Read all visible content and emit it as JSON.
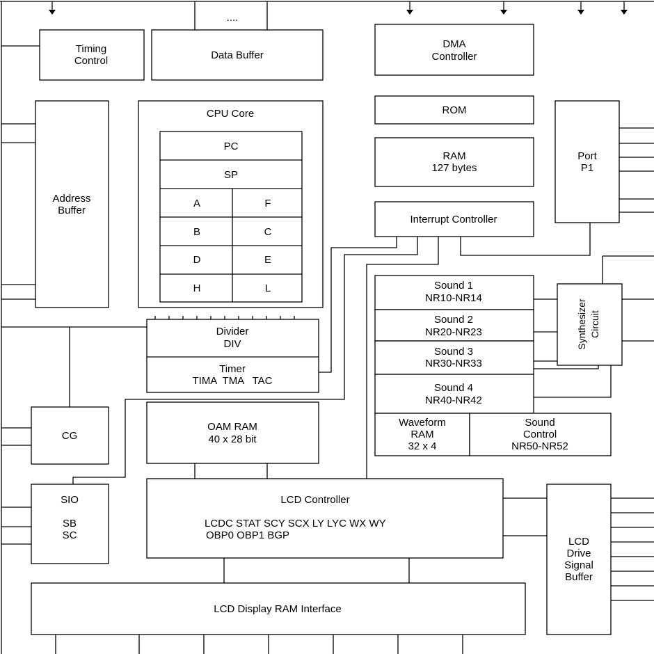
{
  "blocks": {
    "timing_control": [
      "Timing",
      "Control"
    ],
    "data_buffer": "Data Buffer",
    "data_bus_ellipsis": "....",
    "dma_controller": [
      "DMA",
      "Controller"
    ],
    "cpu_core": "CPU Core",
    "registers": {
      "pc": "PC",
      "sp": "SP",
      "a": "A",
      "f": "F",
      "b": "B",
      "c": "C",
      "d": "D",
      "e": "E",
      "h": "H",
      "l": "L"
    },
    "address_buffer": [
      "Address",
      "Buffer"
    ],
    "rom": "ROM",
    "ram": [
      "RAM",
      "127 bytes"
    ],
    "port_p1": [
      "Port",
      "P1"
    ],
    "interrupt_controller": "Interrupt Controller",
    "sound1": [
      "Sound 1",
      "NR10-NR14"
    ],
    "sound2": [
      "Sound 2",
      "NR20-NR23"
    ],
    "sound3": [
      "Sound 3",
      "NR30-NR33"
    ],
    "sound4": [
      "Sound 4",
      "NR40-NR42"
    ],
    "waveform_ram": [
      "Waveform",
      "RAM",
      "32 x 4"
    ],
    "sound_control": [
      "Sound",
      "Control",
      "NR50-NR52"
    ],
    "synthesizer_circuit": [
      "Synthesizer",
      "Circuit"
    ],
    "divider": [
      "Divider",
      "DIV"
    ],
    "timer": [
      "Timer",
      "TIMA  TMA   TAC"
    ],
    "cg": "CG",
    "oam_ram": [
      "OAM RAM",
      "40 x 28 bit"
    ],
    "sio": [
      "SIO",
      "SB",
      "SC"
    ],
    "lcd_controller": [
      "LCD Controller",
      "LCDC STAT SCY SCX LY LYC WX WY",
      "OBP0 OBP1 BGP"
    ],
    "lcd_drive_signal_buffer": [
      "LCD",
      "Drive",
      "Signal",
      "Buffer"
    ],
    "lcd_display_ram_interface": "LCD Display RAM Interface"
  }
}
